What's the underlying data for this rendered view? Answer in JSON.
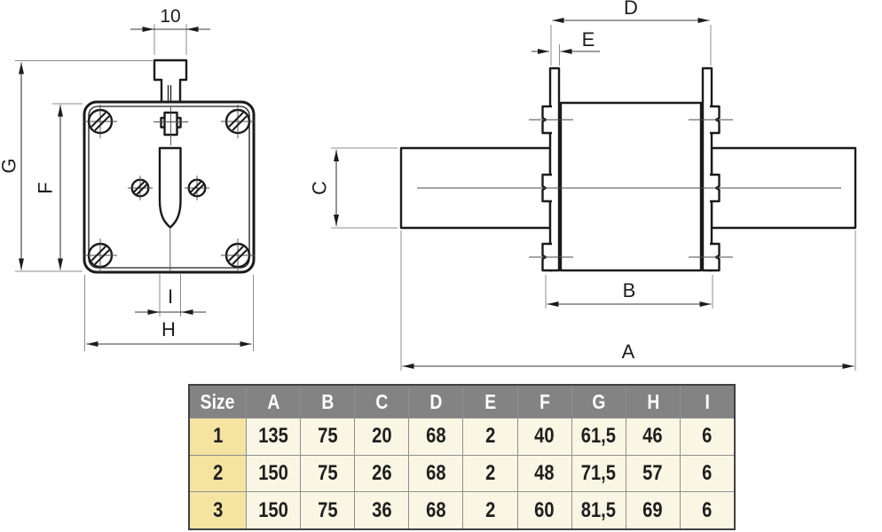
{
  "drawing": {
    "front_view": {
      "top_width_value": "10",
      "overall_height_label": "G",
      "plate_height_label": "F",
      "plate_width_label": "H",
      "blade_width_label": "I"
    },
    "side_view": {
      "overall_length_label": "A",
      "body_length_label": "B",
      "tab_height_label": "C",
      "blade_span_label": "D",
      "blade_thickness_label": "E"
    }
  },
  "table": {
    "headers": [
      "Size",
      "A",
      "B",
      "C",
      "D",
      "E",
      "F",
      "G",
      "H",
      "I"
    ],
    "rows": [
      {
        "size": "1",
        "values": [
          "135",
          "75",
          "20",
          "68",
          "2",
          "40",
          "61,5",
          "46",
          "6"
        ]
      },
      {
        "size": "2",
        "values": [
          "150",
          "75",
          "26",
          "68",
          "2",
          "48",
          "71,5",
          "57",
          "6"
        ]
      },
      {
        "size": "3",
        "values": [
          "150",
          "75",
          "36",
          "68",
          "2",
          "60",
          "81,5",
          "69",
          "6"
        ]
      }
    ]
  },
  "colors": {
    "line": "#1a1a1a",
    "table_header_bg": "#838383",
    "table_header_text": "#ffffff",
    "table_size_col_bg": "#f5e3a1",
    "table_cell_bg": "#faf6e4",
    "table_grid": "#8f8f8f"
  }
}
